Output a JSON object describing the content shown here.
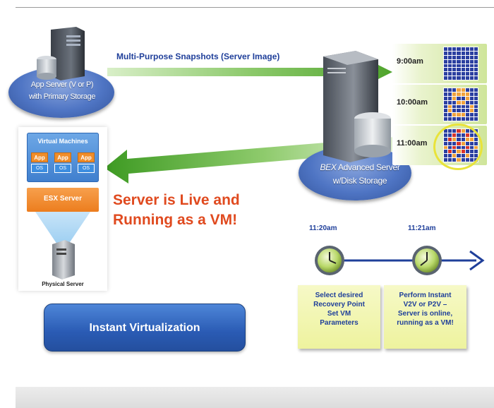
{
  "app_server": {
    "line1": "App Server (V or P)",
    "line2": "with Primary Storage"
  },
  "snapshot_arrow_label": "Multi-Purpose Snapshots (Server Image)",
  "snapshots": [
    {
      "time": "9:00am"
    },
    {
      "time": "10:00am"
    },
    {
      "time": "11:00am"
    }
  ],
  "bex_server": {
    "name_italic": "BEX",
    "line1_rest": " Advanced Server",
    "line2": "w/Disk Storage"
  },
  "vm_stack": {
    "virtual_machines_title": "Virtual Machines",
    "app_label": "App",
    "os_label": "OS",
    "esx_label": "ESX Server",
    "physical_label": "Physical Server"
  },
  "live_message": {
    "line1": "Server is Live and",
    "line2": "Running as a VM!"
  },
  "timeline": {
    "times": [
      "11:20am",
      "11:21am"
    ],
    "steps": [
      {
        "lines": [
          "Select desired",
          "Recovery Point",
          "Set VM",
          "Parameters"
        ]
      },
      {
        "lines": [
          "Perform Instant",
          "V2V or P2V –",
          "Server is  online,",
          "running as a VM!"
        ]
      }
    ]
  },
  "instant_virtualization_label": "Instant Virtualization",
  "colors": {
    "arrow_green": "#4fa42c",
    "title_blue": "#1f3f9a",
    "alert_red": "#e04a1f",
    "button_blue": "#2a5bb4"
  }
}
